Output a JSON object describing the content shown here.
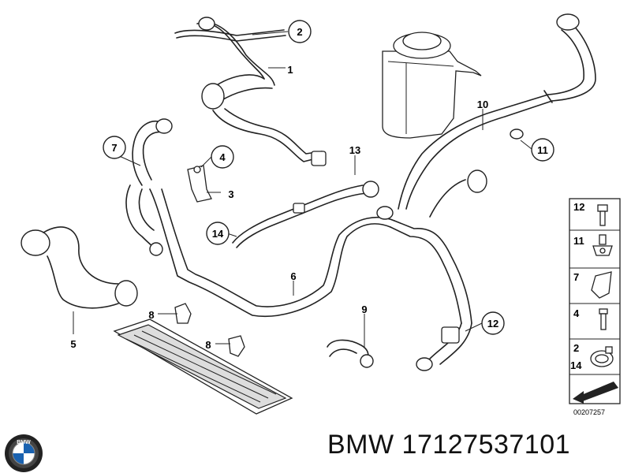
{
  "diagram": {
    "callouts": [
      {
        "id": "c1",
        "label": "1",
        "circled": false
      },
      {
        "id": "c2",
        "label": "2",
        "circled": true
      },
      {
        "id": "c3",
        "label": "3",
        "circled": false
      },
      {
        "id": "c4",
        "label": "4",
        "circled": true
      },
      {
        "id": "c5",
        "label": "5",
        "circled": false
      },
      {
        "id": "c6",
        "label": "6",
        "circled": false
      },
      {
        "id": "c7",
        "label": "7",
        "circled": true
      },
      {
        "id": "c8a",
        "label": "8",
        "circled": false
      },
      {
        "id": "c8b",
        "label": "8",
        "circled": false
      },
      {
        "id": "c9",
        "label": "9",
        "circled": false
      },
      {
        "id": "c10",
        "label": "10",
        "circled": false
      },
      {
        "id": "c11",
        "label": "11",
        "circled": true
      },
      {
        "id": "c12",
        "label": "12",
        "circled": true
      },
      {
        "id": "c13",
        "label": "13",
        "circled": false
      },
      {
        "id": "c14",
        "label": "14",
        "circled": true
      }
    ],
    "legend": [
      {
        "label": "12",
        "icon": "bolt-icon"
      },
      {
        "label": "11",
        "icon": "nut-bolt-icon"
      },
      {
        "label": "7",
        "icon": "clip-icon"
      },
      {
        "label": "4",
        "icon": "screw-icon"
      },
      {
        "label": "2\n14",
        "label_top": "2",
        "label_bottom": "14",
        "icon": "hose-clamp-icon"
      },
      {
        "label": "",
        "icon": "direction-arrow-icon"
      }
    ],
    "reference_code": "00207257"
  },
  "footer": {
    "logo": "BMW roundel",
    "title": "BMW 17127537101"
  }
}
